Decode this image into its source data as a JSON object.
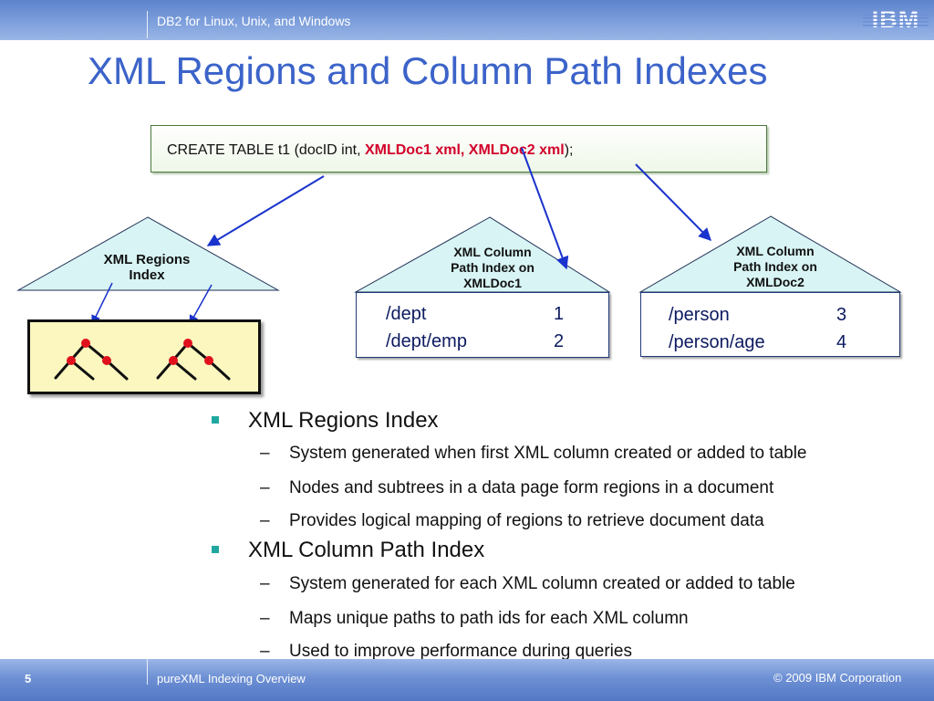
{
  "header": {
    "product": "DB2 for Linux, Unix, and Windows",
    "logo_text": "IBM"
  },
  "title": "XML Regions and Column Path Indexes",
  "sql": {
    "prefix": "CREATE TABLE t1 (docID int, ",
    "highlight": "XMLDoc1 xml, XMLDoc2 xml",
    "suffix": ");"
  },
  "diagram": {
    "regions_index_label": "XML Regions\nIndex",
    "column_index_1_label": "XML Column\nPath Index on\nXMLDoc1",
    "column_index_2_label": "XML Column\nPath Index on\nXMLDoc2",
    "path_index_1": [
      {
        "path": "/dept",
        "id": "1"
      },
      {
        "path": "/dept/emp",
        "id": "2"
      }
    ],
    "path_index_2": [
      {
        "path": "/person",
        "id": "3"
      },
      {
        "path": "/person/age",
        "id": "4"
      }
    ]
  },
  "bullets": [
    {
      "text": "XML Regions Index",
      "subs": [
        "System generated when first XML column created or added to table",
        "Nodes and subtrees in a data page form regions in a document",
        "Provides logical mapping of regions to retrieve document data"
      ]
    },
    {
      "text": "XML Column Path Index",
      "subs": [
        "System generated for each XML column created or added to table",
        "Maps unique paths to path ids for each XML column",
        "Used to improve performance during queries"
      ]
    }
  ],
  "footer": {
    "page_number": "5",
    "section": "pureXML Indexing Overview",
    "copyright": "© 2009 IBM Corporation"
  },
  "colors": {
    "title": "#3b63c9",
    "highlight": "#d3002a",
    "triangle_fill": "#d8f4f4",
    "region_fill": "#fcf7bf",
    "bullet_square": "#20a8a0",
    "arrow": "#1a33cc"
  }
}
